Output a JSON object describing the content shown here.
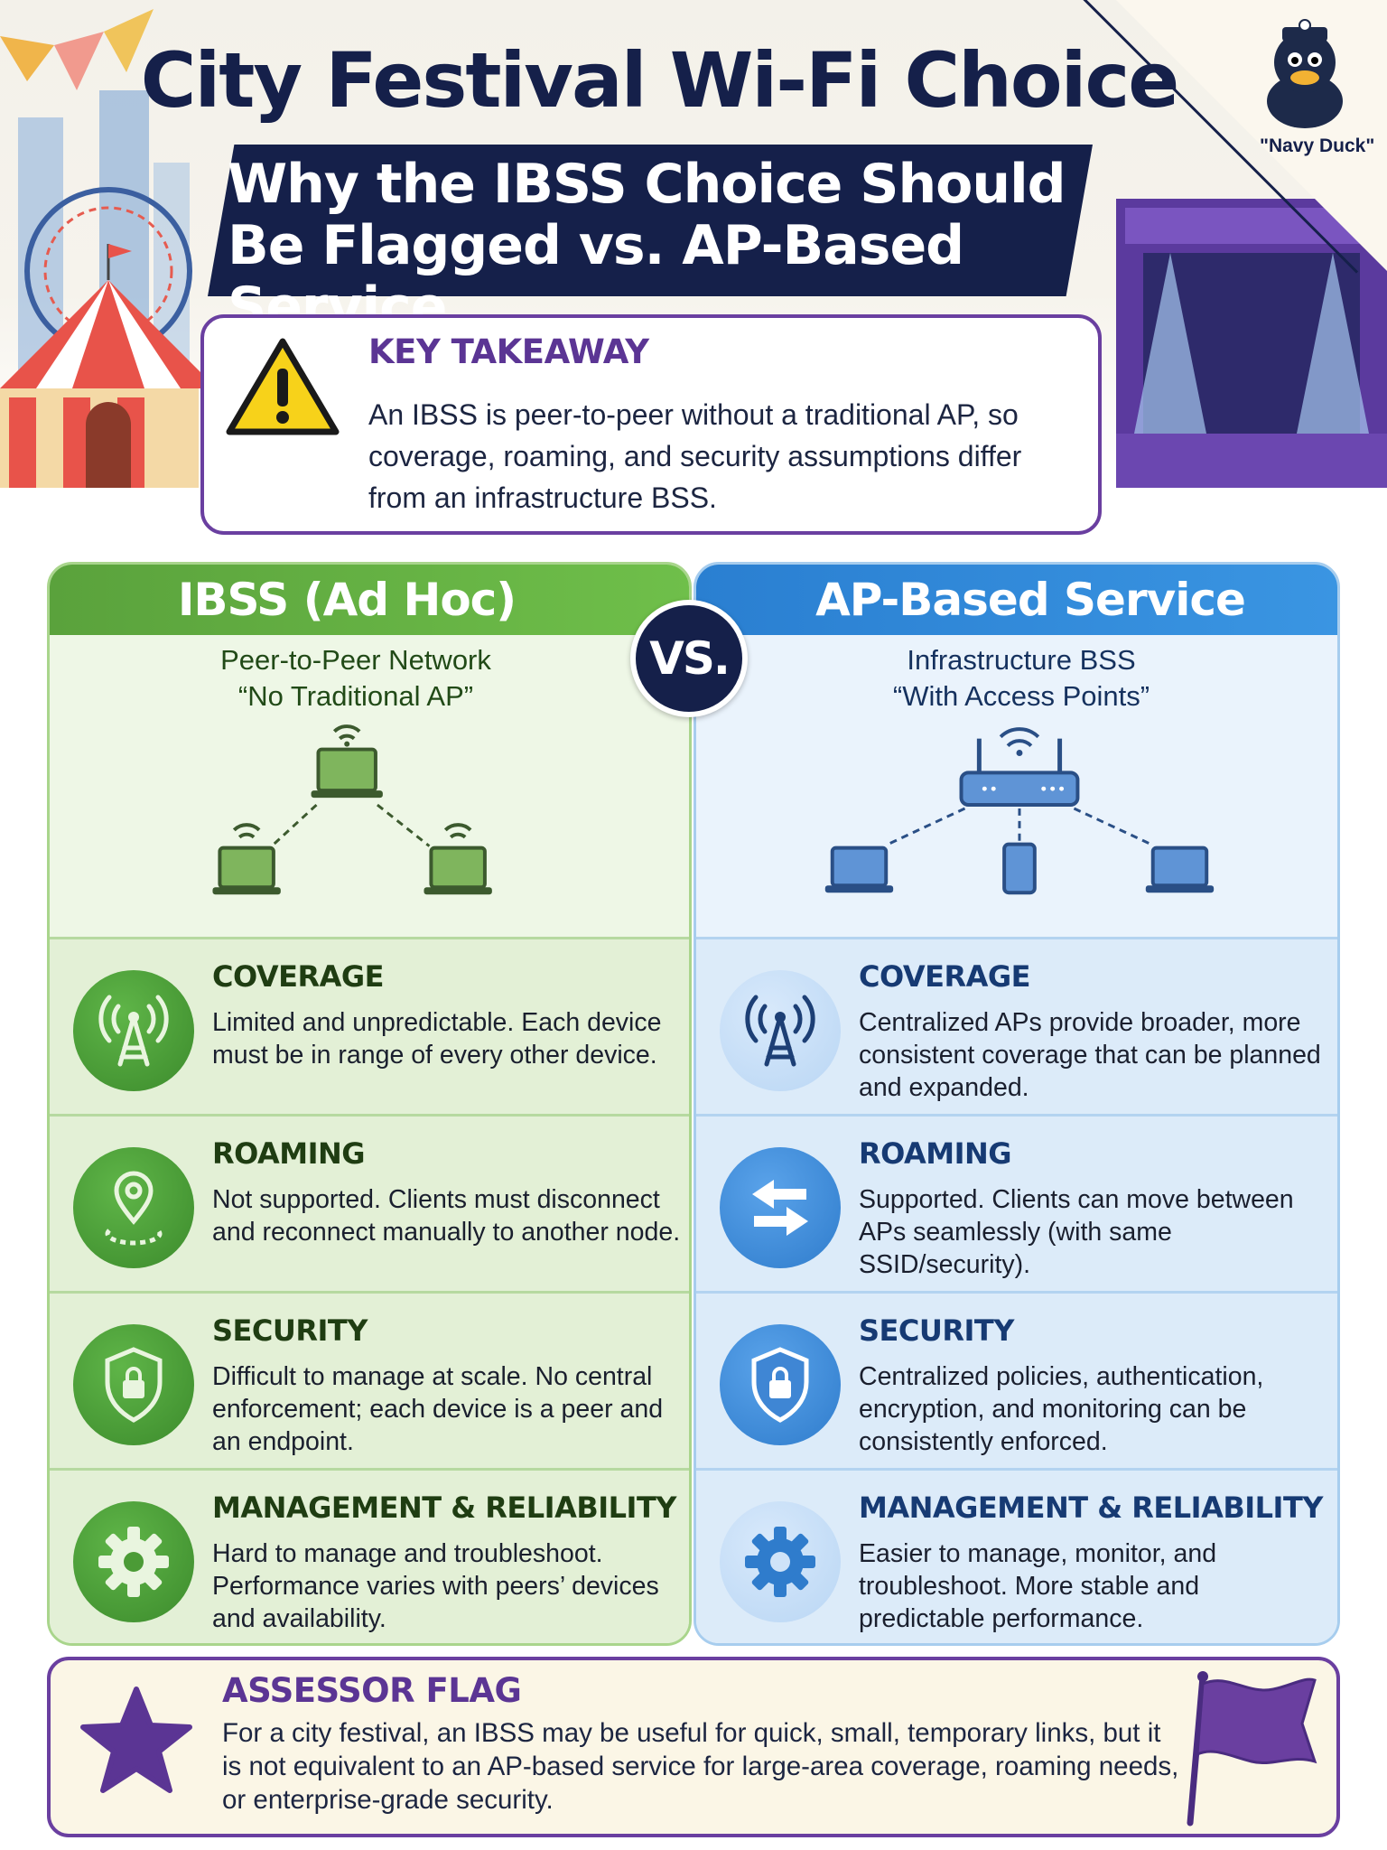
{
  "header": {
    "title": "City Festival Wi-Fi Choice",
    "subtitle_line1": "Why the IBSS Choice Should",
    "subtitle_line2": "Be Flagged vs. AP-Based Service",
    "mascot_caption": "\"Navy Duck\""
  },
  "key_takeaway": {
    "heading": "KEY TAKEAWAY",
    "text": "An IBSS is peer-to-peer without a traditional AP, so coverage, roaming, and security assumptions differ from an infrastructure BSS.",
    "icon": "warning-icon"
  },
  "vs_label": "VS.",
  "ibss": {
    "heading": "IBSS (Ad Hoc)",
    "sub_line1": "Peer-to-Peer Network",
    "sub_line2": "“No Traditional AP”",
    "accent": "#5aa23c",
    "rows": [
      {
        "title": "COVERAGE",
        "text": "Limited and unpredictable. Each device must be in range of every other device.",
        "icon": "antenna-tower-icon"
      },
      {
        "title": "ROAMING",
        "text": "Not supported. Clients must disconnect and reconnect manually to another node.",
        "icon": "location-pin-icon"
      },
      {
        "title": "SECURITY",
        "text": "Difficult to manage at scale. No central enforcement; each device is a peer and an endpoint.",
        "icon": "shield-lock-icon"
      },
      {
        "title": "MANAGEMENT & RELIABILITY",
        "text": "Hard to manage and troubleshoot. Performance varies with peers’ devices and availability.",
        "icon": "gear-icon"
      }
    ]
  },
  "ap": {
    "heading": "AP-Based Service",
    "sub_line1": "Infrastructure BSS",
    "sub_line2": "“With Access Points”",
    "accent": "#2a7fd1",
    "rows": [
      {
        "title": "COVERAGE",
        "text": "Centralized APs provide broader, more consistent coverage that can be planned and expanded.",
        "icon": "antenna-tower-icon"
      },
      {
        "title": "ROAMING",
        "text": "Supported. Clients can move between APs seamlessly (with same SSID/security).",
        "icon": "swap-arrows-icon"
      },
      {
        "title": "SECURITY",
        "text": "Centralized policies, authentication, encryption, and monitoring can be consistently enforced.",
        "icon": "shield-lock-icon"
      },
      {
        "title": "MANAGEMENT & RELIABILITY",
        "text": "Easier to manage, monitor, and troubleshoot. More stable and predictable performance.",
        "icon": "gear-icon"
      }
    ]
  },
  "assessor_flag": {
    "heading": "ASSESSOR FLAG",
    "text": "For a city festival, an IBSS may be useful for quick, small, temporary links, but it is not equivalent to an AP-based service for large-area coverage, roaming needs, or enterprise-grade security.",
    "accent": "#6a3fa0"
  }
}
